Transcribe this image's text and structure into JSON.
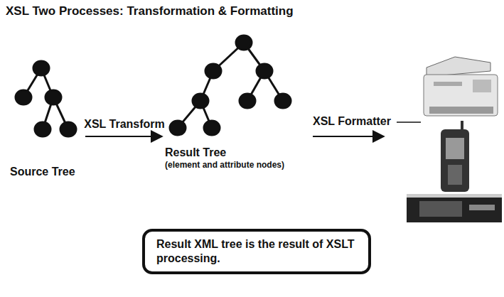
{
  "diagram": {
    "title": "XSL Two Processes: Transformation & Formatting",
    "nodes": [
      {
        "text": [
          "Source Tree"
        ]
      },
      {
        "text": [
          "Result Tree",
          "(element and attribute nodes)"
        ]
      },
      {
        "text": [
          "Result XML tree is the result of XSLT processing."
        ]
      }
    ],
    "edges": [
      {
        "from": 0,
        "to": 1,
        "label": "XSL Transform",
        "arrow": "to"
      }
    ],
    "labels": [
      "XSL Formatter"
    ]
  }
}
